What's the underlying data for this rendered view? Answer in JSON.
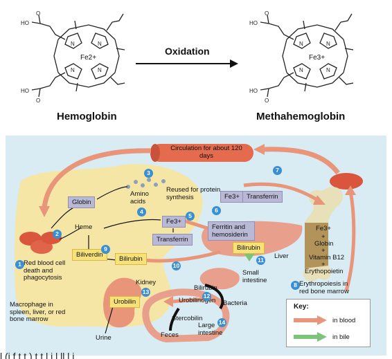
{
  "top": {
    "left_molecule": {
      "name": "Hemoglobin",
      "fe_label": "Fe2+",
      "ho_top": "HO",
      "ho_bottom": "HO",
      "o": "O",
      "n": "N"
    },
    "right_molecule": {
      "name": "Methahemoglobin",
      "fe_label": "Fe3+",
      "ho_top": "HO",
      "ho_bottom": "HO",
      "o": "O",
      "n": "N"
    },
    "arrow_label": "Oxidation"
  },
  "diagram": {
    "circulation": "Circulation for about 120 days",
    "amino_acids": "Amino acids",
    "reused": "Reused for protein synthesis",
    "globin": "Globin",
    "heme": "Heme",
    "fe3": "Fe3+",
    "transferrin": "Transferrin",
    "fe3_transferrin": "Fe3+",
    "transferrin2": "Transferrin",
    "ferritin": "Ferritin and hemosiderin",
    "biliverdin": "Biliverdin",
    "bilirubin": "Bilirubin",
    "bilirubin_liver": "Bilirubin",
    "liver": "Liver",
    "small_intestine": "Small intestine",
    "bilirubin_intestine": "Bilirubin",
    "urobilinogen": "Urobilinogen",
    "bacteria": "Bacteria",
    "stercobilin": "Stercobilin",
    "large_intestine": "Large intestine",
    "feces": "Feces",
    "kidney": "Kidney",
    "urobilin": "Urobilin",
    "urine": "Urine",
    "rbc_death": "Red blood cell death and phagocytosis",
    "macrophage": "Macrophage in spleen, liver, or red bone marrow",
    "bone_fe": "Fe3+",
    "bone_globin": "Globin",
    "bone_b12": "Vitamin B12",
    "bone_epo": "Erythopoietin",
    "erythropoiesis": "Erythropoiesis in red bone marrow",
    "plus": "+",
    "steps": [
      "1",
      "2",
      "3",
      "4",
      "5",
      "6",
      "7",
      "8",
      "9",
      "10",
      "11",
      "12",
      "13",
      "14"
    ]
  },
  "key": {
    "title": "Key:",
    "in_blood": "in blood",
    "in_bile": "in bile",
    "blood_color": "#e8957a",
    "bile_color": "#7cc47a"
  },
  "bottom_text": "l    (i   f         t   t  )  t          t   l  i   l ll   l  i"
}
